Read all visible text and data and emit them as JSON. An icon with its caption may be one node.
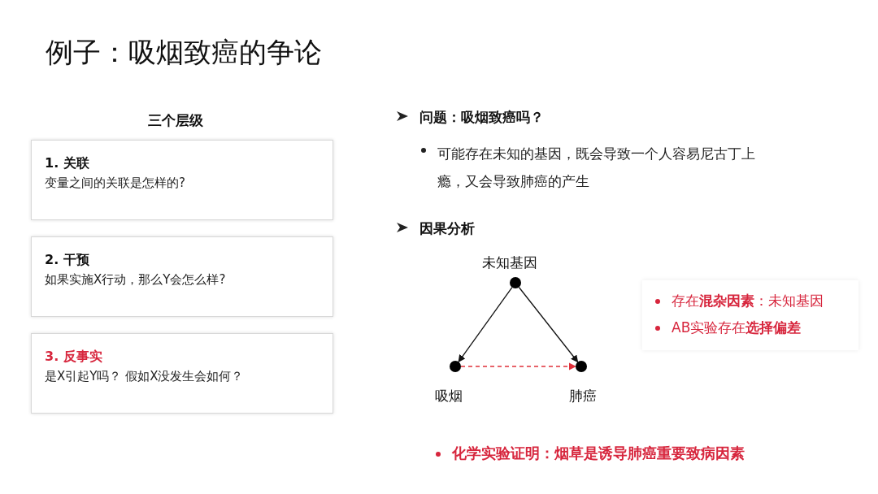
{
  "diagram": {
    "title": "例子：吸烟致癌的争论",
    "nodes": [
      {
        "text": [
          "1. 关联",
          "变量之间的关联是怎样的?"
        ]
      },
      {
        "text": [
          "2. 干预",
          "如果实施X行动，那么Y会怎么样?"
        ]
      },
      {
        "text": [
          "3. 反事实",
          "是X引起Y吗？ 假如X没发生会如何？"
        ]
      },
      {
        "text": [],
        "shape": "circle",
        "beside": [
          "未知基因"
        ]
      },
      {
        "text": [],
        "shape": "circle",
        "beside": [
          "吸烟"
        ]
      },
      {
        "text": [],
        "shape": "circle",
        "beside": [
          "肺癌"
        ]
      },
      {
        "text": [
          "存在**混杂因素**：未知基因",
          "AB实验存在**选择偏差**"
        ]
      }
    ],
    "edges": [
      {
        "from": 3,
        "to": 4,
        "arrow": "to"
      },
      {
        "from": 3,
        "to": 5,
        "arrow": "to"
      },
      {
        "from": 4,
        "to": 5,
        "arrow": "to",
        "style": "dashed",
        "color": "#e0303a"
      }
    ],
    "labels": [
      "三个层级",
      "问题：吸烟致癌吗？",
      "可能存在未知的基因，既会导致一个人容易尼古丁上瘾，又会导致肺癌的产生",
      "因果分析",
      "化学实验证明：烟草是诱导肺癌重要致病因素"
    ]
  }
}
